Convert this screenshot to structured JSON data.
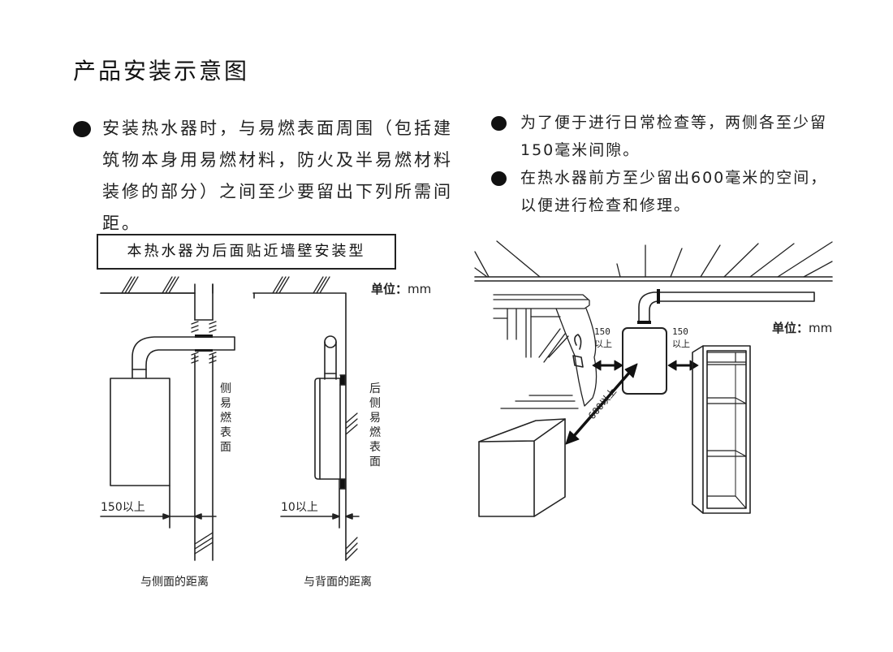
{
  "page": {
    "title": "产品安装示意图"
  },
  "left_section": {
    "bullets": [
      {
        "text": "安装热水器时，与易燃表面周围（包括建筑物本身用易燃材料，防火及半易燃材料装修的部分）之间至少要留出下列所需间距。"
      }
    ],
    "installation_type_box": "本热水器为后面贴近墙壁安装型",
    "unit_label": "单位：",
    "unit_value": "mm",
    "side_diagram": {
      "surface_label": "侧易燃表面",
      "clearance_label": "150以上",
      "caption": "与侧面的距离"
    },
    "back_diagram": {
      "surface_label": "后侧易燃表面",
      "clearance_label": "10以上",
      "caption": "与背面的距离"
    }
  },
  "right_section": {
    "bullets": [
      {
        "text": "为了便于进行日常检查等，两侧各至少留150毫米间隙。"
      },
      {
        "text": "在热水器前方至少留出600毫米的空间，以便进行检查和修理。"
      }
    ],
    "unit_label": "单位：",
    "unit_value": "mm",
    "left_gap": {
      "value": "150",
      "suffix": "以上"
    },
    "right_gap": {
      "value": "150",
      "suffix": "以上"
    },
    "front_gap_label": "600以上"
  }
}
